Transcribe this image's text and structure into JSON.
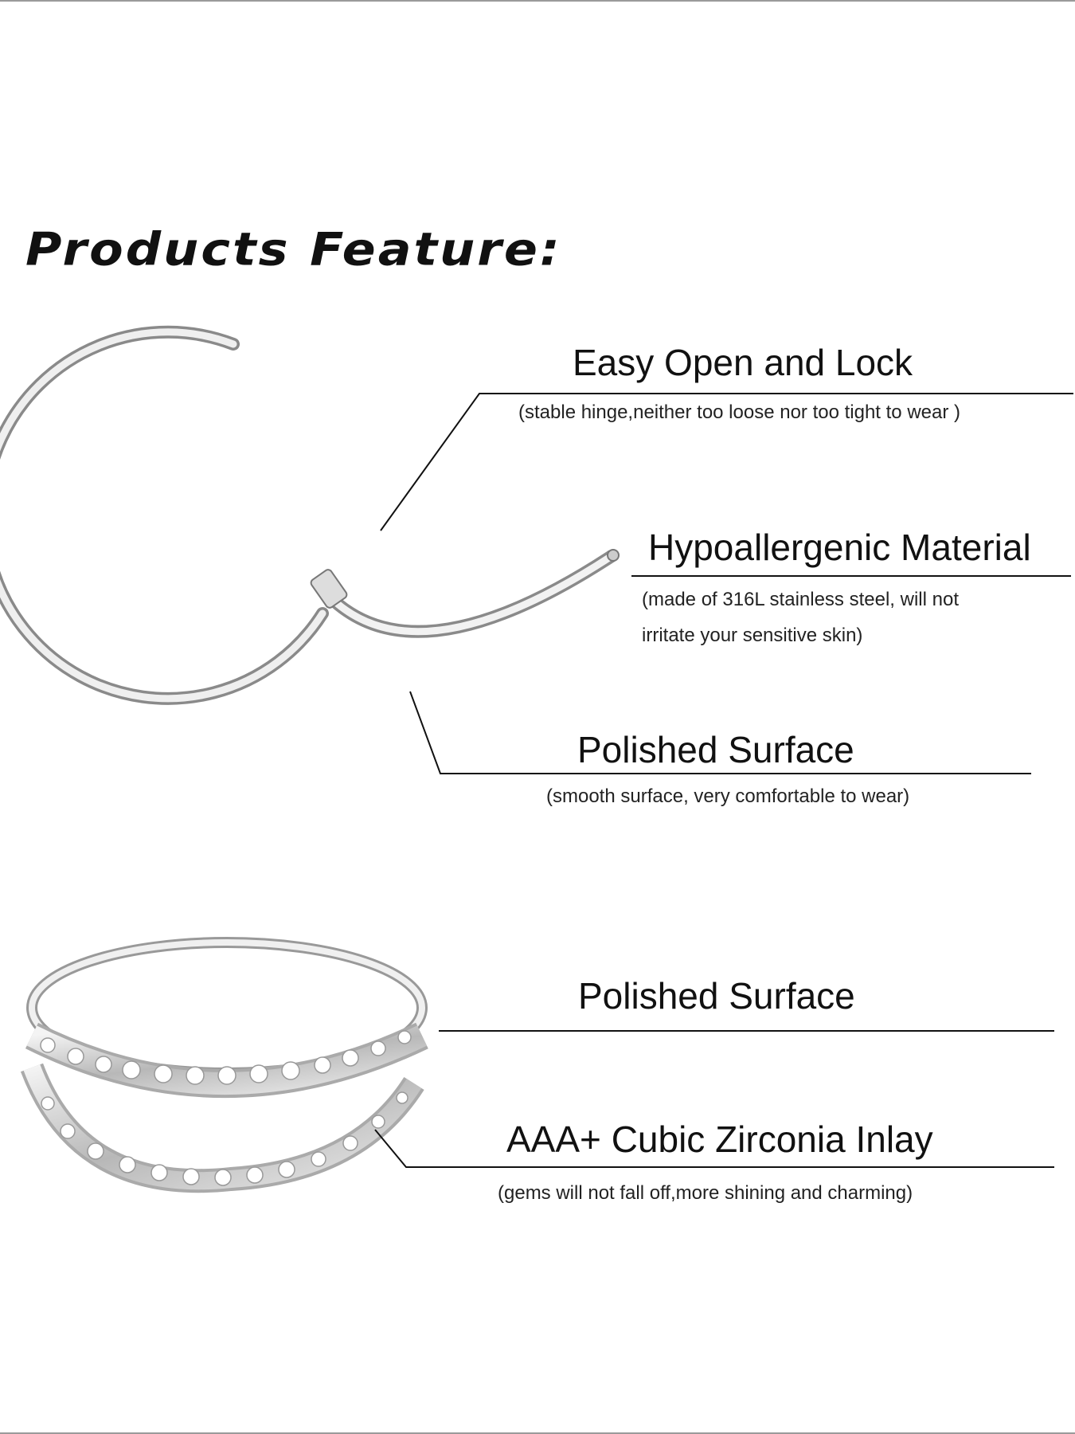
{
  "title": "Products Feature:",
  "features": [
    {
      "heading": "Easy Open and Lock",
      "lines": [
        "(stable hinge,neither too loose nor too tight to wear )"
      ]
    },
    {
      "heading": "Hypoallergenic Material",
      "lines": [
        "(made of 316L stainless steel, will not",
        "irritate your sensitive skin)"
      ]
    },
    {
      "heading": "Polished Surface",
      "lines": [
        "(smooth surface, very comfortable to wear)"
      ]
    },
    {
      "heading": "Polished Surface",
      "lines": []
    },
    {
      "heading": "AAA+ Cubic Zirconia Inlay",
      "lines": [
        "(gems will not fall off,more shining and charming)"
      ]
    }
  ]
}
